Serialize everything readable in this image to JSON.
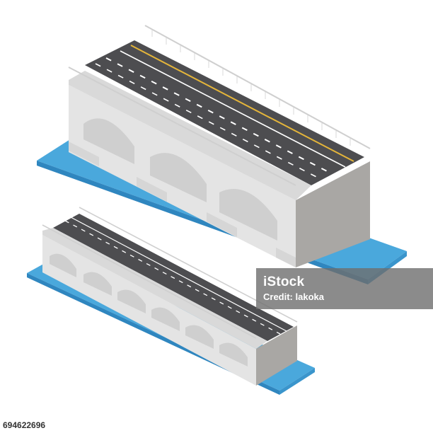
{
  "watermark": {
    "brand": "iStock",
    "credit_label": "Credit:",
    "credit_name": "lakoka"
  },
  "stock_id": "694622696",
  "colors": {
    "water": "#4aa8dc",
    "water_dark": "#2f86bf",
    "road": "#4d4d50",
    "concrete_light": "#e9e9ea",
    "concrete_mid": "#c9c8c6",
    "concrete_dark": "#a9a7a4",
    "lane_yellow": "#e4b53a",
    "lane_white": "#ffffff"
  },
  "illustration": {
    "bridges": [
      {
        "name": "large-bridge",
        "arches": 3
      },
      {
        "name": "small-bridge",
        "arches": 6
      }
    ]
  }
}
